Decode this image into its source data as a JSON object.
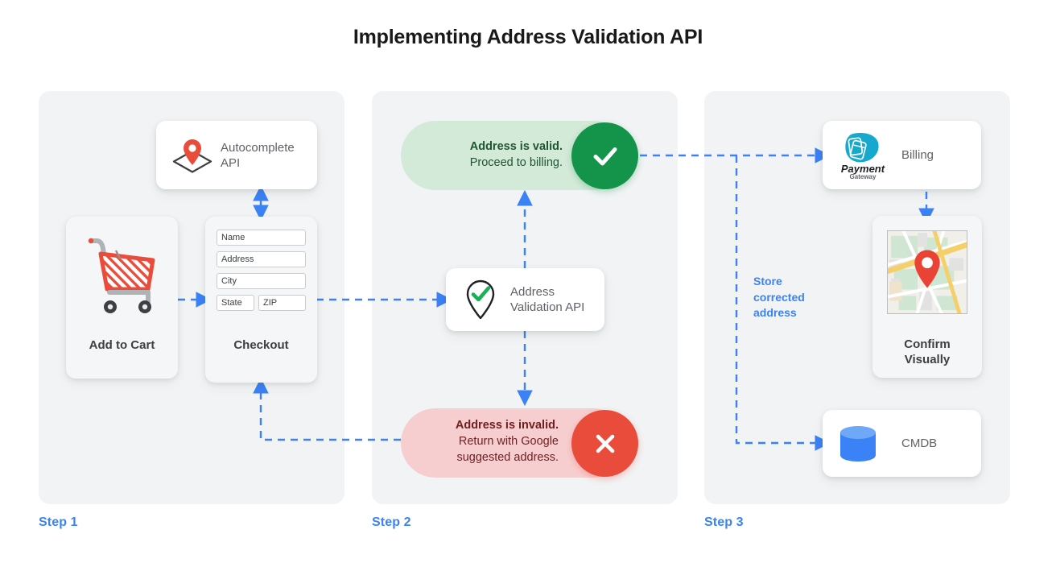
{
  "title": "Implementing Address Validation API",
  "accent": {
    "blue": "#3b82f6",
    "green": "#14934a",
    "red": "#ea4c3b",
    "panel": "#f1f3f4"
  },
  "steps": [
    {
      "id": "step1",
      "label": "Step 1"
    },
    {
      "id": "step2",
      "label": "Step 2"
    },
    {
      "id": "step3",
      "label": "Step 3"
    }
  ],
  "step1": {
    "autocomplete": {
      "line1": "Autocomplete",
      "line2": "API",
      "icon": "map-pin-diamond-icon"
    },
    "cart": {
      "caption": "Add to Cart",
      "icon": "shopping-cart-icon"
    },
    "checkout": {
      "caption": "Checkout",
      "fields": [
        {
          "name": "name-field",
          "value": "Name"
        },
        {
          "name": "address-field",
          "value": "Address"
        },
        {
          "name": "city-field",
          "value": "City"
        },
        {
          "name": "state-field",
          "value": "State"
        },
        {
          "name": "zip-field",
          "value": "ZIP"
        }
      ]
    }
  },
  "step2": {
    "valid": {
      "strong": "Address is valid.",
      "detail": "Proceed to billing.",
      "icon": "check-badge-icon"
    },
    "invalid": {
      "strong": "Address is invalid.",
      "detail_line1": "Return with Google",
      "detail_line2": "suggested address.",
      "icon": "close-badge-icon"
    },
    "api": {
      "line1": "Address",
      "line2": "Validation API",
      "icon": "pin-check-icon"
    }
  },
  "step3": {
    "billing": {
      "label": "Billing",
      "logo_primary": "Payment",
      "logo_secondary": "Gateway",
      "icon": "payment-gateway-icon"
    },
    "confirm": {
      "caption_line1": "Confirm",
      "caption_line2": "Visually",
      "icon": "map-thumbnail-icon"
    },
    "cmdb": {
      "label": "CMDB",
      "icon": "database-icon"
    },
    "note": {
      "line1": "Store",
      "line2": "corrected",
      "line3": "address"
    }
  }
}
